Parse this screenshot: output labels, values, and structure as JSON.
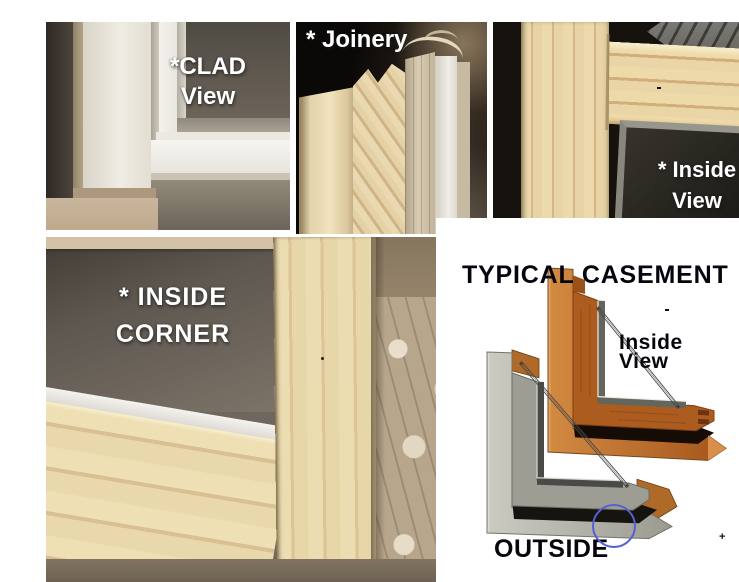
{
  "meta": {
    "description": "Collage of window casement construction photos with typical casement cutaway diagram",
    "canvas_bg": "#ffffff"
  },
  "photos": {
    "clad": {
      "caption": [
        "*CLAD",
        "View"
      ]
    },
    "joinery": {
      "caption": [
        "* Joinery"
      ]
    },
    "inside_view": {
      "caption": [
        "* Inside",
        "View"
      ]
    },
    "inside_corner": {
      "caption": [
        "* INSIDE",
        "CORNER"
      ]
    }
  },
  "diagram": {
    "title": "TYPICAL CASEMENT",
    "inside_label": [
      "Inside",
      "View"
    ],
    "outside_label": "OUTSIDE",
    "plus_artifact": "+",
    "colors": {
      "oak": "#ad5c20",
      "oak_light": "#c87d3a",
      "oak_cap": "#b06a28",
      "clad_gray": "#b5b5ab",
      "clad_sash": "#9d9d93",
      "glass_channel_wood": "#62665c",
      "glass_channel_clad": "#4b4b45",
      "circle_blue": "#5560d4",
      "label_black": "#06060c",
      "caption_white": "#ffffff"
    }
  }
}
